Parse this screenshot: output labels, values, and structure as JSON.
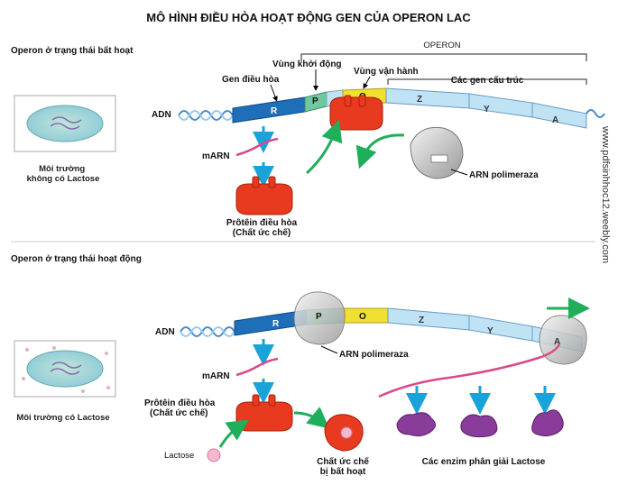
{
  "title": "MÔ HÌNH ĐIỀU HÒA HOẠT ĐỘNG GEN CỦA OPERON LAC",
  "watermark": "www.pdfsinhhoc12.weebly.com",
  "colors": {
    "dna_blue": "#1f6fb8",
    "dna_light": "#bfe3f5",
    "promoter": "#6fc8a0",
    "operator": "#f0e030",
    "protein_red": "#e83a1e",
    "enzyme_purple": "#8a3c9a",
    "arrow_cyan": "#1aa3d8",
    "arrow_green": "#1fae5a",
    "mrna_pink": "#d84a8a"
  },
  "top": {
    "label": "Operon ở trạng thái bất hoạt",
    "environment": "Môi trường\nkhông có Lactose",
    "adn": "ADN",
    "operon": "OPERON",
    "regulator_gene": "Gen điều hòa",
    "promoter": "Vùng khởi động",
    "operator": "Vùng vận hành",
    "structural_genes": "Các gen cấu trúc",
    "seg_r": "R",
    "seg_p": "P",
    "seg_o": "O",
    "seg_z": "Z",
    "seg_y": "Y",
    "seg_a": "A",
    "mrna": "mARN",
    "polymerase": "ARN polimeraza",
    "regulatory_protein": "Prôtêin điều hòa",
    "repressor": "(Chất ức chế)"
  },
  "bottom": {
    "label": "Operon ở trạng thái hoạt động",
    "environment": "Môi trường có Lactose",
    "adn": "ADN",
    "seg_r": "R",
    "seg_p": "P",
    "seg_o": "O",
    "seg_z": "Z",
    "seg_y": "Y",
    "seg_a": "A",
    "mrna": "mARN",
    "polymerase": "ARN polimeraza",
    "regulatory_protein": "Prôtêin điều hòa",
    "repressor": "(Chất ức chế)",
    "lactose": "Lactose",
    "inactivated_1": "Chất ức chế",
    "inactivated_2": "bị bất hoạt",
    "enzymes": "Các enzim phân giải Lactose"
  }
}
